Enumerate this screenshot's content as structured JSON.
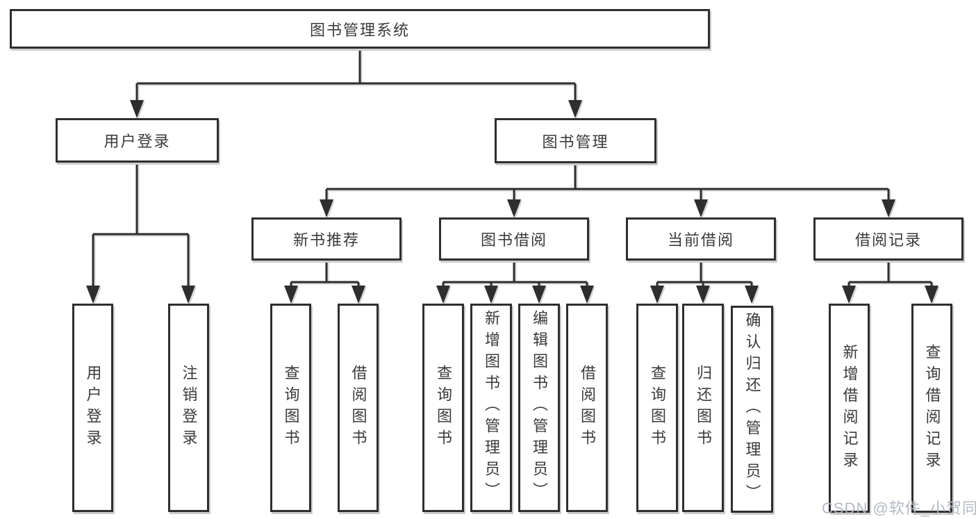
{
  "title": "图书管理系统",
  "hierarchy": {
    "root": "图书管理系统",
    "children": [
      {
        "label": "用户登录",
        "children": [
          "用户登录",
          "注销登录"
        ]
      },
      {
        "label": "图书管理",
        "children": [
          {
            "label": "新书推荐",
            "children": [
              "查询图书",
              "借阅图书"
            ]
          },
          {
            "label": "图书借阅",
            "children": [
              "查询图书",
              "新增图书（管理员）",
              "编辑图书（管理员）",
              "借阅图书"
            ]
          },
          {
            "label": "当前借阅",
            "children": [
              "查询图书",
              "归还图书",
              "确认归还（管理员）"
            ]
          },
          {
            "label": "借阅记录",
            "children": [
              "新增借阅记录",
              "查询借阅记录"
            ]
          }
        ]
      }
    ]
  },
  "watermark": {
    "text": "CSDN @软件_小贺同学"
  },
  "colors": {
    "line": "#2e2e2e",
    "box_border": "#2e2e2e",
    "text": "#3a3a3a",
    "shadow": "#cccccc",
    "watermark": "#b0b5c0",
    "background": "#ffffff"
  }
}
